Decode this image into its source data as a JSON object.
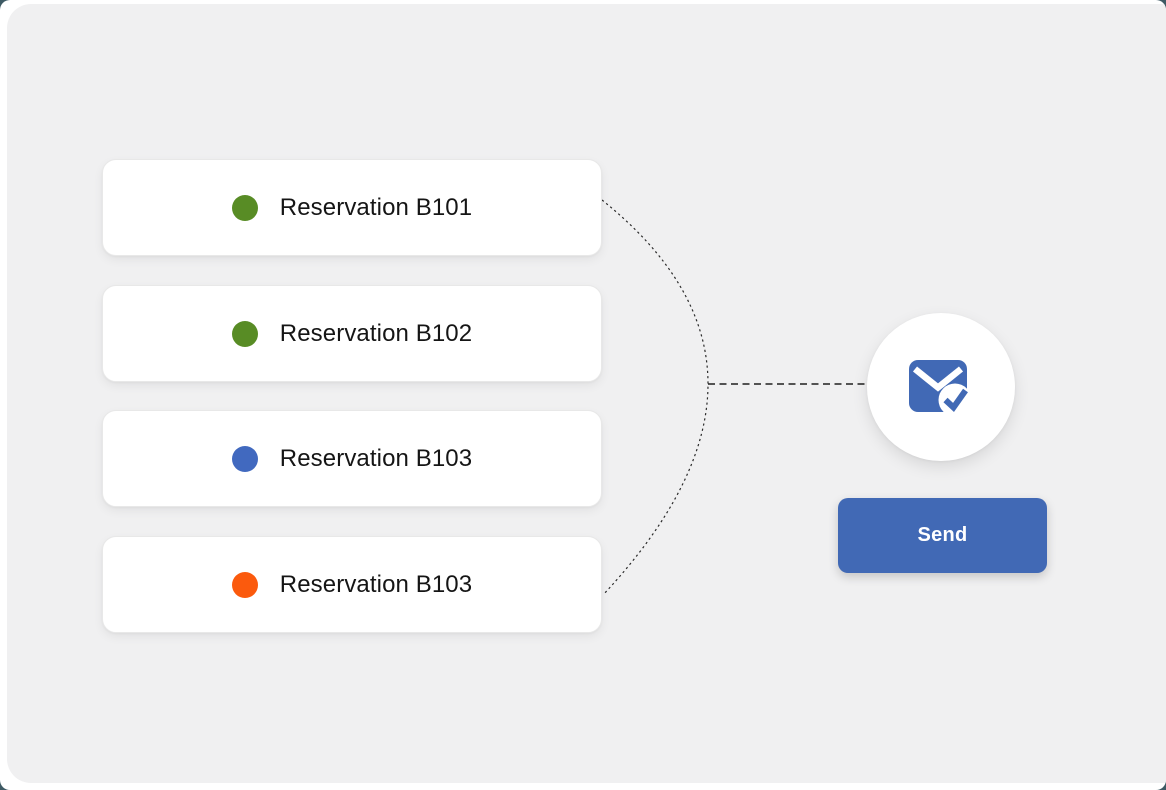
{
  "diagram": {
    "reservations": [
      {
        "label": "Reservation B101",
        "status_color": "#588c25",
        "status_color_name": "green"
      },
      {
        "label": "Reservation B102",
        "status_color": "#588c25",
        "status_color_name": "green"
      },
      {
        "label": "Reservation B103",
        "status_color": "#4169bf",
        "status_color_name": "blue"
      },
      {
        "label": "Reservation B103",
        "status_color": "#fb5a0d",
        "status_color_name": "orange"
      }
    ],
    "mail_badge": {
      "icon": "mail-check-icon"
    },
    "send_button": {
      "label": "Send"
    }
  },
  "colors": {
    "accent_blue": "#4169b5",
    "panel_background": "#f0f0f1",
    "page_background": "#ffffff",
    "corner_backdrop": "#3e5a64",
    "connector_line": "#222222"
  }
}
